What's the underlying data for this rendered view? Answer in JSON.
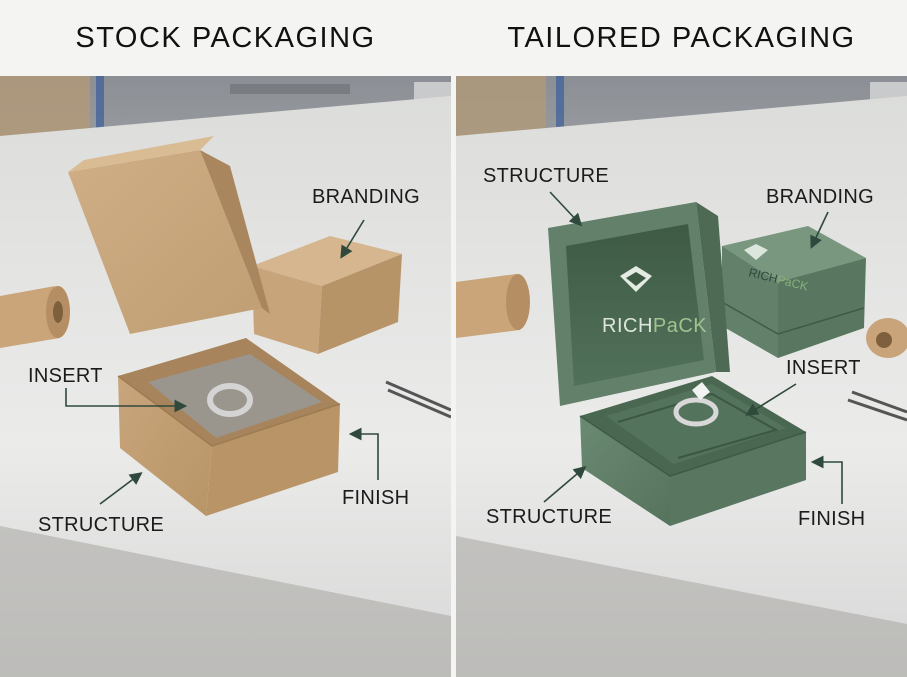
{
  "panels": [
    {
      "title": "STOCK PACKAGING",
      "labels": {
        "branding": "BRANDING",
        "insert": "INSERT",
        "finish": "FINISH",
        "structure": "STRUCTURE"
      }
    },
    {
      "title": "TAILORED PACKAGING",
      "labels": {
        "structure_top": "STRUCTURE",
        "branding": "BRANDING",
        "insert": "INSERT",
        "structure_bottom": "STRUCTURE",
        "finish": "FINISH"
      },
      "logo": {
        "brand_part1": "RICH",
        "brand_part2": "PaCK"
      }
    }
  ],
  "colors": {
    "kraft": "#c9a77d",
    "green": "#62806a",
    "green_dark": "#3f5a47",
    "table": "#e7e8e6",
    "background": "#f4f4f2"
  }
}
